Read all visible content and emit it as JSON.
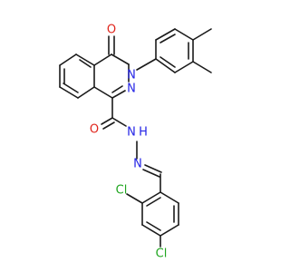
{
  "colors": {
    "bond": "#1a1a1a",
    "O": "#e0241b",
    "N": "#2323e6",
    "Cl": "#1fa51f"
  },
  "atoms": [
    {
      "id": "O1",
      "label": "O",
      "element": "O"
    },
    {
      "id": "N3",
      "label": "N",
      "element": "N"
    },
    {
      "id": "N2",
      "label": "N",
      "element": "N"
    },
    {
      "id": "O2",
      "label": "O",
      "element": "O"
    },
    {
      "id": "NH",
      "label": "N",
      "element": "N",
      "suffix": "H"
    },
    {
      "id": "Nimine",
      "label": "N",
      "element": "N"
    },
    {
      "id": "Cl1",
      "label": "Cl",
      "element": "Cl"
    },
    {
      "id": "Cl2",
      "label": "Cl",
      "element": "Cl"
    }
  ]
}
